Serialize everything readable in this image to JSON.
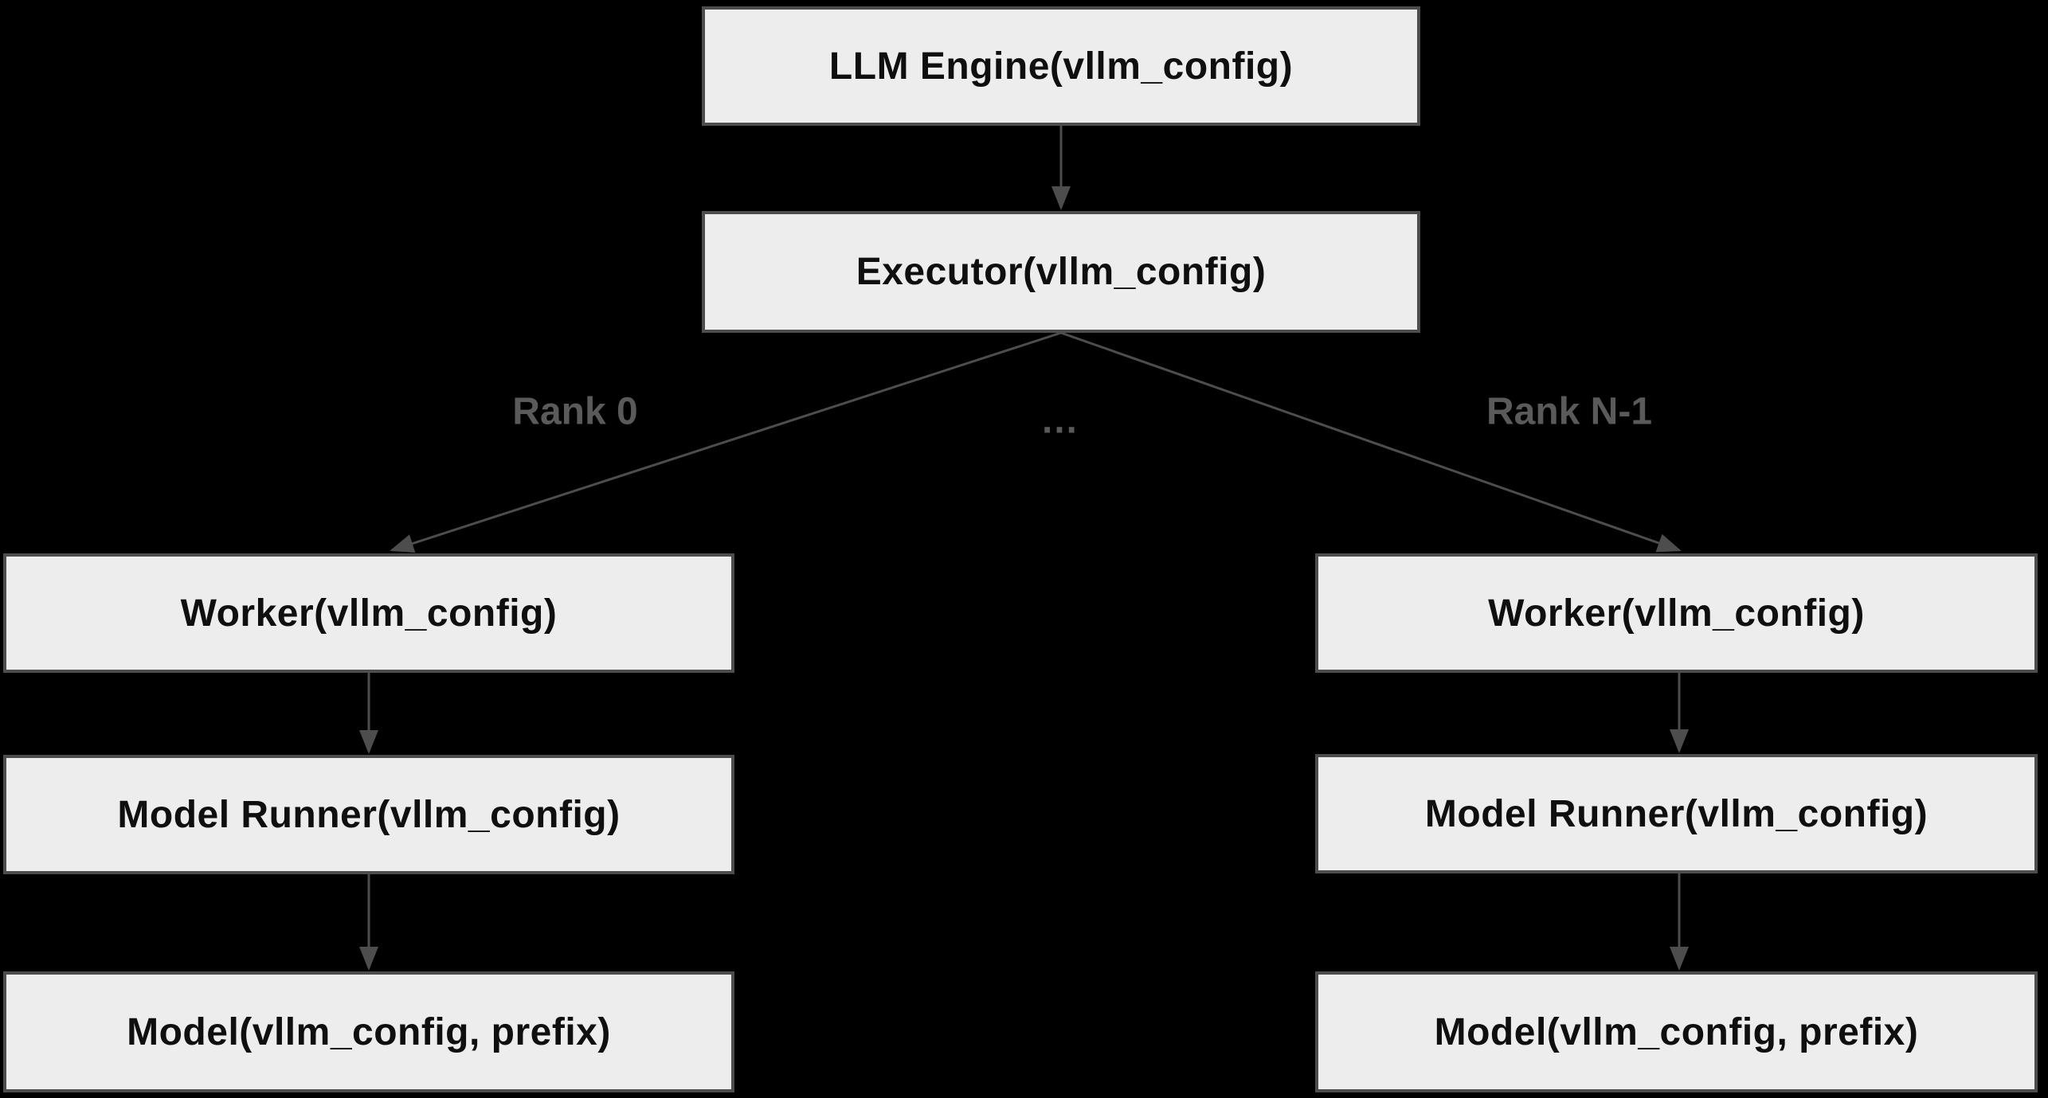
{
  "diagram": {
    "title": "vLLM engine-executor-worker architecture flowchart",
    "nodes": {
      "llm_engine": {
        "label": "LLM Engine(vllm_config)"
      },
      "executor": {
        "label": "Executor(vllm_config)"
      },
      "worker_rank0": {
        "label": "Worker(vllm_config)"
      },
      "model_runner_rank0": {
        "label": "Model Runner(vllm_config)"
      },
      "model_rank0": {
        "label": "Model(vllm_config, prefix)"
      },
      "worker_rankn": {
        "label": "Worker(vllm_config)"
      },
      "model_runner_rankn": {
        "label": "Model Runner(vllm_config)"
      },
      "model_rankn": {
        "label": "Model(vllm_config, prefix)"
      }
    },
    "edge_labels": {
      "rank0": "Rank 0",
      "ellipsis": "…",
      "rankn": "Rank N-1"
    },
    "colors": {
      "background": "#000000",
      "node_fill": "#ededed",
      "node_border": "#4d4d4d",
      "node_text": "#0f0f0f",
      "edge_stroke": "#4d4d4d",
      "edge_label": "#5a5a5a"
    }
  }
}
